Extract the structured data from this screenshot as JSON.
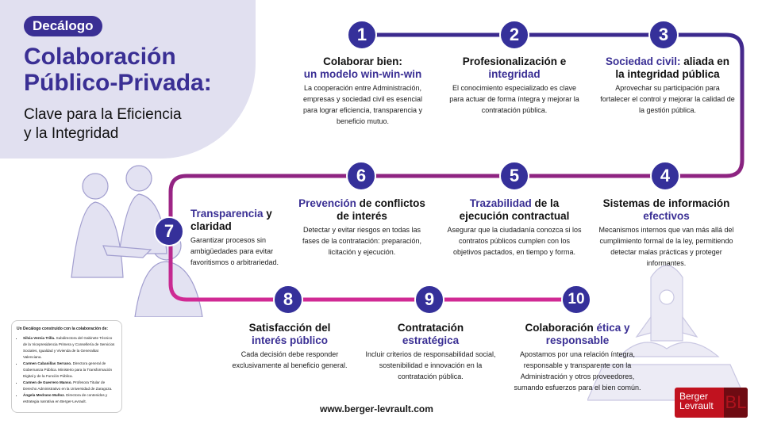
{
  "header": {
    "badge": "Decálogo",
    "title_line1": "Colaboración",
    "title_line2": "Público-Privada:",
    "subtitle_line1": "Clave para la Eficiencia",
    "subtitle_line2": "y la Integridad"
  },
  "colors": {
    "navy": "#35309a",
    "magenta": "#c8218e",
    "hero_bg": "#e1e0f0"
  },
  "items": [
    {
      "n": "1",
      "title_a": "Colaborar bien:",
      "title_hl": "un modelo win-win-win",
      "text": "La cooperación entre Administración, empresas y sociedad civil es esencial para lograr eficiencia, transparencia y beneficio mutuo."
    },
    {
      "n": "2",
      "title_a": "Profesionalización e",
      "title_hl": "integridad",
      "text": "El conocimiento especializado es clave para actuar de forma íntegra y mejorar la contratación pública."
    },
    {
      "n": "3",
      "title_hl": "Sociedad civil:",
      "title_a": " aliada en la integridad pública",
      "text": "Aprovechar su participación para fortalecer el control y mejorar la calidad de la gestión pública."
    },
    {
      "n": "4",
      "title_a": "Sistemas de información",
      "title_hl": "efectivos",
      "text": "Mecanismos internos que van más allá del cumplimiento formal de la ley, permitiendo detectar malas prácticas y proteger informantes."
    },
    {
      "n": "5",
      "title_hl": "Trazabilidad",
      "title_a": " de la ejecución contractual",
      "text": "Asegurar que la ciudadanía conozca si los contratos públicos cumplen con los objetivos pactados, en tiempo y forma."
    },
    {
      "n": "6",
      "title_hl": "Prevención",
      "title_a": " de conflictos de interés",
      "text": "Detectar y evitar riesgos en todas las fases de la contratación: preparación, licitación y ejecución."
    },
    {
      "n": "7",
      "title_hl": "Transparencia",
      "title_a": " y claridad",
      "text": "Garantizar procesos sin ambigüedades para evitar favoritismos o arbitrariedad."
    },
    {
      "n": "8",
      "title_a": "Satisfacción del",
      "title_hl": "interés público",
      "text": "Cada decisión debe responder exclusivamente al beneficio general."
    },
    {
      "n": "9",
      "title_a": "Contratación",
      "title_hl": "estratégica",
      "text": "Incluir criterios de responsabilidad social, sostenibilidad e innovación en la contratación pública."
    },
    {
      "n": "10",
      "title_a": "Colaboración ",
      "title_hl": "ética y",
      "title_b": "responsable",
      "text": "Apostamos por una relación íntegra, responsable y transparente con la Administración y otros proveedores, sumando esfuerzos para el bien común."
    }
  ],
  "collab": {
    "heading": "Un Decálogo construido con la colaboración de:",
    "people": [
      {
        "name": "Silvia Vernia Trilla.",
        "role": "Subdirectora del Gabinete Técnico de la Vicepresidencia Primera y Consellería de Servicios Sociales, Igualdad y Vivienda de la Generalitat Valenciana."
      },
      {
        "name": "Carmen Cabanillas Serrano.",
        "role": "Directora general de Gobernanza Pública. Ministerio para la Transformación Digital y de la Función Pública."
      },
      {
        "name": "Carmen de Guerrero Manso.",
        "role": "Profesora Titular de Derecho Administrativo en la Universidad de Zaragoza."
      },
      {
        "name": "Ángela Medrano Muñoz.",
        "role": "Directora de contenidos y estrategia narrativa en Berger-Levrault."
      }
    ]
  },
  "footer": {
    "url": "www.berger-levrault.com",
    "logo_line1": "Berger",
    "logo_line2": "Levrault",
    "logo_mark": "BL"
  }
}
